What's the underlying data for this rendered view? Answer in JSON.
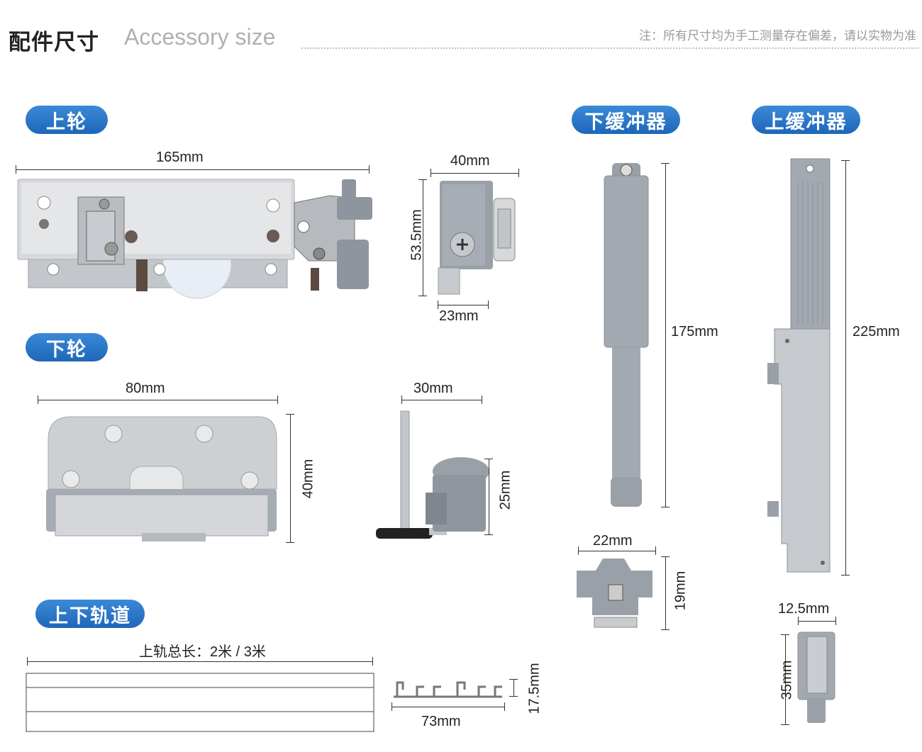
{
  "header": {
    "title_cn": "配件尺寸",
    "title_en": "Accessory size",
    "note": "注：所有尺寸均为手工测量存在偏差，请以实物为准"
  },
  "sections": {
    "upper_wheel": "上轮",
    "lower_wheel": "下轮",
    "rails": "上下轨道",
    "lower_buffer": "下缓冲器",
    "upper_buffer": "上缓冲器"
  },
  "dimensions": {
    "upper_wheel_length": "165mm",
    "upper_wheel_side_width": "40mm",
    "upper_wheel_side_height": "53.5mm",
    "upper_wheel_side_bottom": "23mm",
    "lower_wheel_length": "80mm",
    "lower_wheel_height": "40mm",
    "lower_wheel_side_width": "30mm",
    "lower_wheel_side_height": "25mm",
    "rail_total_length": "上轨总长：2米 / 3米",
    "rail_width": "73mm",
    "rail_height": "17.5mm",
    "lower_buffer_length": "175mm",
    "lower_buffer_width": "22mm",
    "lower_buffer_height": "19mm",
    "upper_buffer_length": "225mm",
    "upper_buffer_width": "12.5mm",
    "upper_buffer_height": "35mm"
  },
  "colors": {
    "accent": "#2b7bd0",
    "metal": "#c9ccd1",
    "plastic": "#8e959e"
  }
}
